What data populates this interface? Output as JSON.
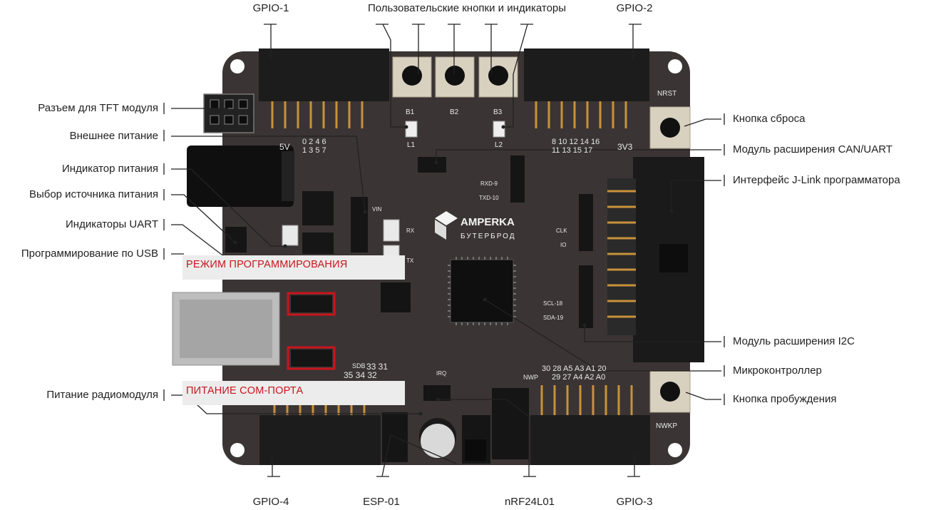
{
  "logo": {
    "brand": "AMPERKA",
    "tagline": "БУТЕРБРОД"
  },
  "top_labels": {
    "gpio1": "GPIO-1",
    "buttons": "Пользовательские кнопки и индикаторы",
    "gpio2": "GPIO-2"
  },
  "left_labels": [
    "Разъем для TFT модуля",
    "Внешнее питание",
    "Индикатор питания",
    "Выбор источника питания",
    "Индикаторы UART",
    "Программирование по USB",
    "Питание радиомодуля"
  ],
  "right_labels": [
    "Кнопка сброса",
    "Модуль расширения CAN/UART",
    "Интерфейс J-Link программатора",
    "Модуль расширения I2C",
    "Микроконтроллер",
    "Кнопка пробуждения"
  ],
  "bottom_labels": {
    "gpio4": "GPIO-4",
    "esp": "ESP-01",
    "nrf": "nRF24L01",
    "gpio3": "GPIO-3"
  },
  "highlight_labels": {
    "prog_mode": "РЕЖИМ ПРОГРАММИРОВАНИЯ",
    "com_power": "ПИТАНИЕ  COM-ПОРТА"
  },
  "silkscreen": {
    "b1": "B1",
    "b2": "B2",
    "b3": "B3",
    "l1": "L1",
    "l2": "L2",
    "nrst": "NRST",
    "nwkp": "NWKP",
    "v5": "5V",
    "v3v3": "3V3",
    "vin": "VIN",
    "rx": "RX",
    "tx": "TX",
    "pins_top_left_1": "0  2  4  6",
    "pins_top_left_2": "1  3  5  7",
    "pins_top_right_1": "8 10 12 14 16",
    "pins_top_right_2": "11 13 15 17",
    "pins_bot_right_1": "30 28 A5 A3 A1 20",
    "pins_bot_right_2": "29 27 A4 A2 A0",
    "pins_bot_left_1": "33 31",
    "pins_bot_left_2": "35 34 32",
    "sdb": "SDB",
    "clk": "CLK",
    "io": "IO",
    "scl": "SCL-18",
    "sda": "SDA-19",
    "rxd": "RXD-9",
    "txd": "TXD-10",
    "irq": "IRQ",
    "nwp": "NWP"
  },
  "colors": {
    "board": "#3b3434",
    "header": "#1c1c1c",
    "gold": "#c8923a",
    "highlight": "#c8151b",
    "leader": "#222222"
  }
}
